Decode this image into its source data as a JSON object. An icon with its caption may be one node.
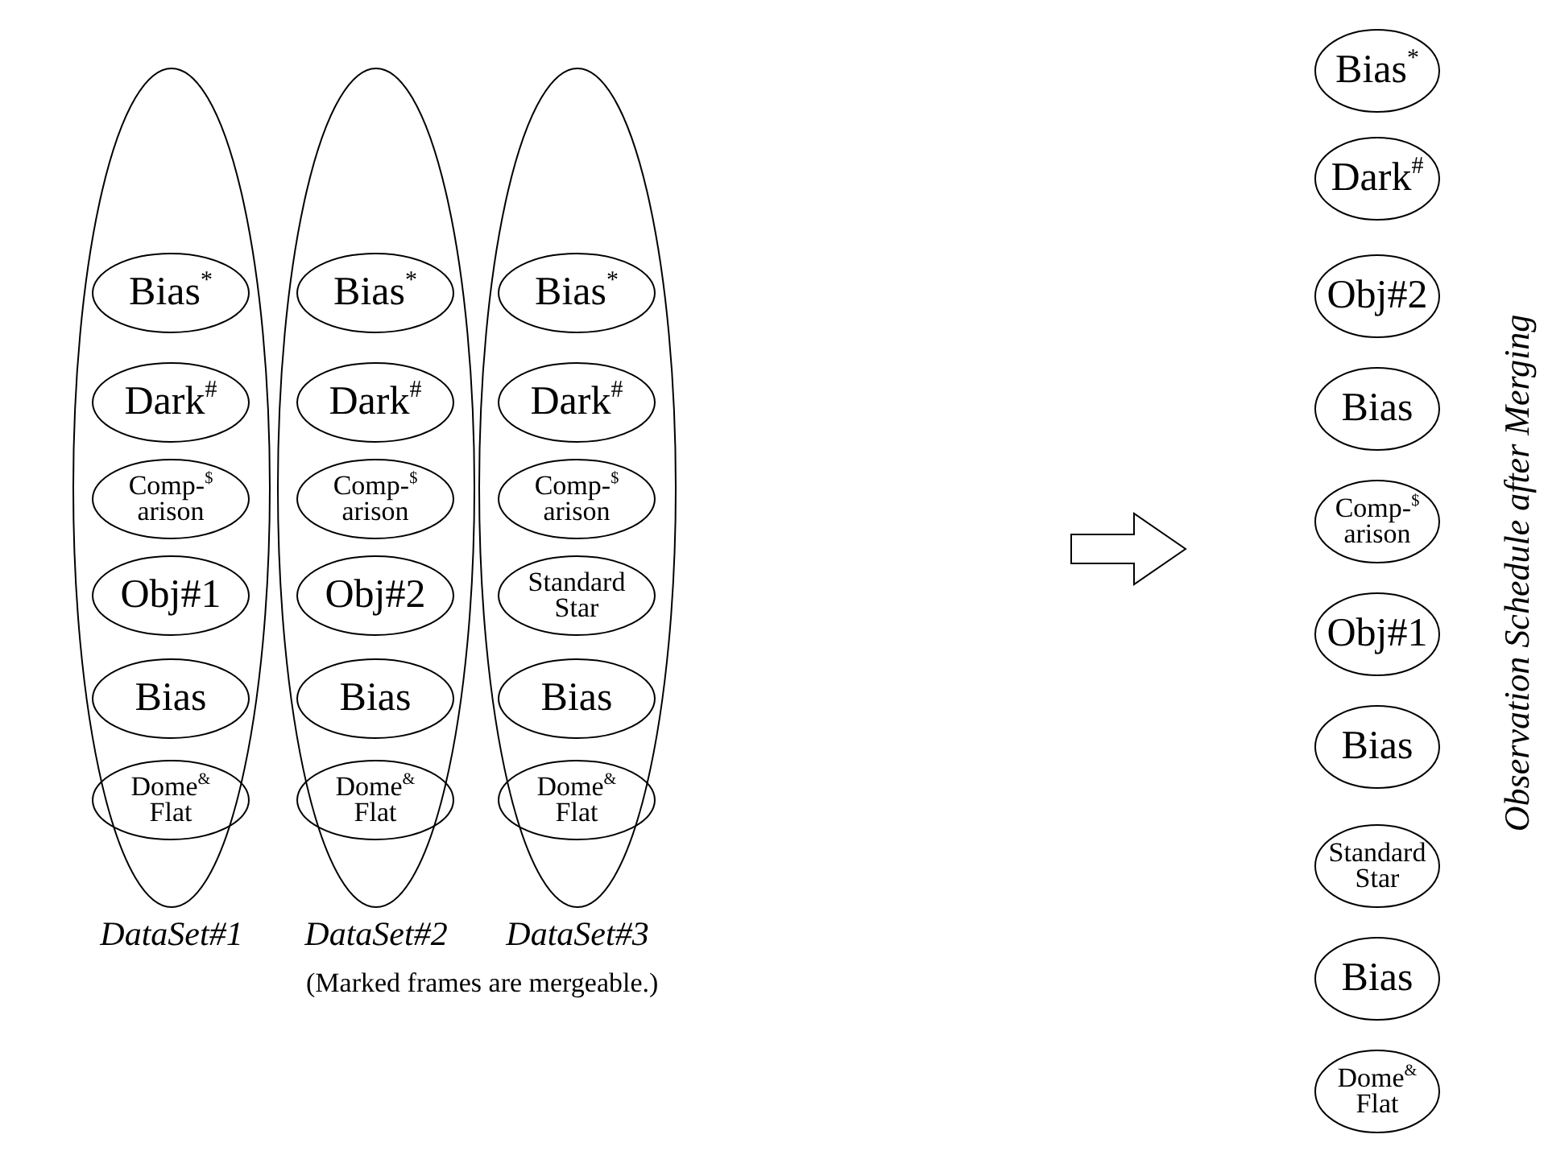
{
  "diagram": {
    "nodes": [
      {
        "text": [
          "DataSet#1"
        ]
      },
      {
        "text": [
          "Bias$^{*}$"
        ],
        "in": 0
      },
      {
        "text": [
          "Dark$^{#}$"
        ],
        "in": 0
      },
      {
        "text": [
          "Comp-$^{$}$ arison"
        ],
        "in": 0
      },
      {
        "text": [
          "Obj#1"
        ],
        "in": 0
      },
      {
        "text": [
          "Bias"
        ],
        "in": 0
      },
      {
        "text": [
          "Dome$^{&}$ Flat"
        ],
        "in": 0
      },
      {
        "text": [
          "DataSet#2"
        ]
      },
      {
        "text": [
          "Bias$^{*}$"
        ],
        "in": 7
      },
      {
        "text": [
          "Dark$^{#}$"
        ],
        "in": 7
      },
      {
        "text": [
          "Comp-$^{$}$ arison"
        ],
        "in": 7
      },
      {
        "text": [
          "Obj#2"
        ],
        "in": 7
      },
      {
        "text": [
          "Bias"
        ],
        "in": 7
      },
      {
        "text": [
          "Dome$^{&}$ Flat"
        ],
        "in": 7
      },
      {
        "text": [
          "DataSet#3"
        ]
      },
      {
        "text": [
          "Bias$^{*}$"
        ],
        "in": 14
      },
      {
        "text": [
          "Dark$^{#}$"
        ],
        "in": 14
      },
      {
        "text": [
          "Comp-$^{$}$ arison"
        ],
        "in": 14
      },
      {
        "text": [
          "Standard Star"
        ],
        "in": 14
      },
      {
        "text": [
          "Bias"
        ],
        "in": 14
      },
      {
        "text": [
          "Dome$^{&}$ Flat"
        ],
        "in": 14
      },
      {
        "text": [
          "Bias$^{*}$"
        ]
      },
      {
        "text": [
          "Dark$^{#}$"
        ]
      },
      {
        "text": [
          "Obj#2"
        ]
      },
      {
        "text": [
          "Bias"
        ]
      },
      {
        "text": [
          "Comp-$^{$}$ arison"
        ]
      },
      {
        "text": [
          "Obj#1"
        ]
      },
      {
        "text": [
          "Bias"
        ]
      },
      {
        "text": [
          "Standard Star"
        ]
      },
      {
        "text": [
          "Bias"
        ]
      },
      {
        "text": [
          "Dome$^{&}$ Flat"
        ]
      }
    ],
    "labels": [
      "(Marked frames are mergeable.)",
      "Observation Schedule after Merging"
    ]
  }
}
